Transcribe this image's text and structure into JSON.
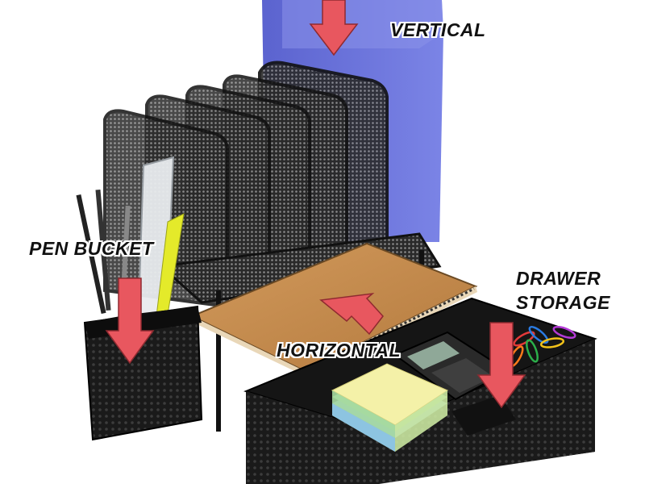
{
  "callouts": {
    "vertical": "VERTICAL",
    "pen_bucket": "PEN BUCKET",
    "drawer_line1": "DRAWER",
    "drawer_line2": "STORAGE",
    "horizontal": "HORIZONTAL"
  },
  "colors": {
    "background": "#ffffff",
    "arrow": "#e8575f",
    "mesh": "#1c1c1c",
    "folder": "#6670d8",
    "notebook": "#c58a4c",
    "calculator": "#2a2a2a",
    "sticky_yellow": "#f4f1a8",
    "sticky_green": "#a6d9a0",
    "sticky_blue": "#8cc3ea",
    "pencil_yellow": "#e4ea2a"
  }
}
